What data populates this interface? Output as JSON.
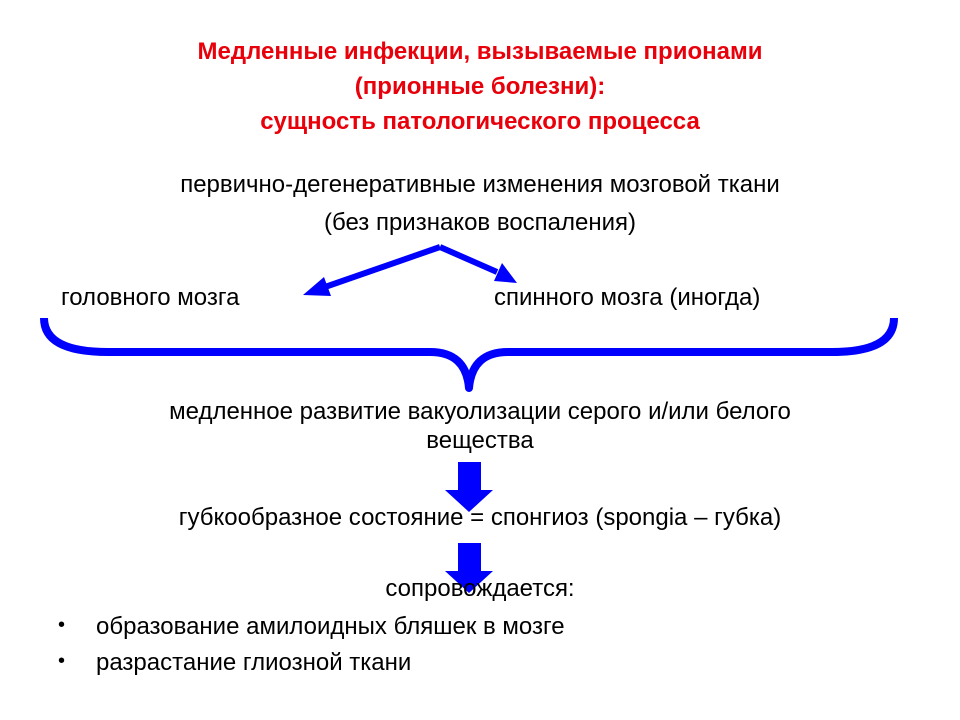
{
  "title": {
    "line1": "Медленные инфекции, вызываемые прионами",
    "line2": "(прионные болезни):",
    "line3": "сущность патологического процесса"
  },
  "diagram": {
    "main_change_line1": "первично-дегенеративные изменения мозговой ткани",
    "main_change_line2": "(без признаков воспаления)",
    "left_branch": "головного мозга",
    "right_branch": "спинного мозга (иногда)",
    "vacuolization_line1": "медленное развитие вакуолизации серого и/или белого",
    "vacuolization_line2": "вещества",
    "spongiosis": "губкообразное состояние = спонгиоз (spongia – губка)",
    "accompanied": "сопровождается:"
  },
  "bullets": [
    {
      "marker": "•",
      "text": "образование амилоидных бляшек в мозге"
    },
    {
      "marker": "•",
      "text": "разрастание глиозной ткани"
    }
  ],
  "colors": {
    "title": "#e8000b",
    "graphics": "#0000ff",
    "text": "#000000"
  }
}
